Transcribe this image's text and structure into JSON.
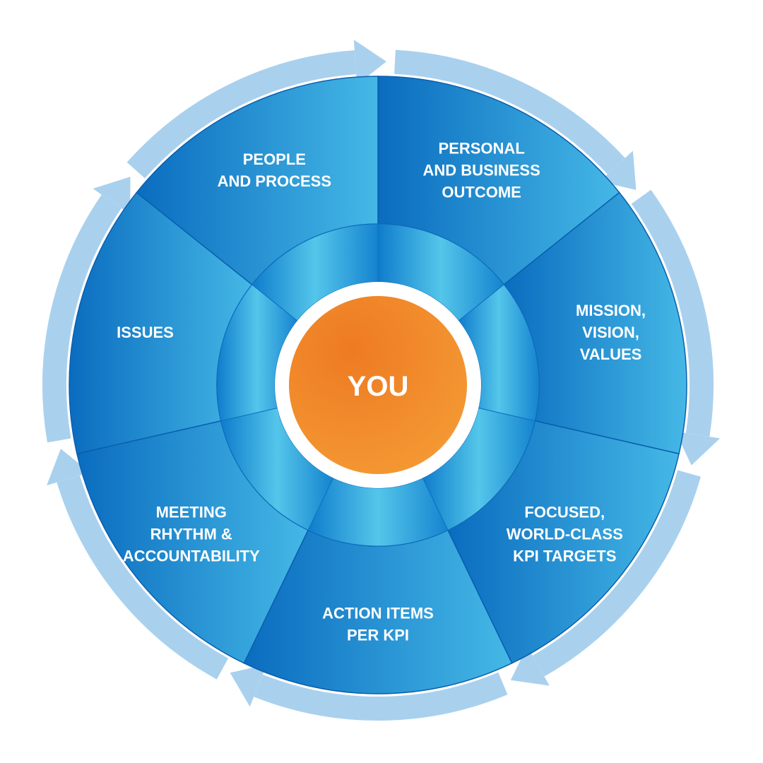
{
  "center": {
    "label": "YOU"
  },
  "segments": [
    {
      "lines": [
        "PERSONAL",
        "AND BUSINESS",
        "OUTCOME"
      ]
    },
    {
      "lines": [
        "MISSION,",
        "VISION,",
        "VALUES"
      ]
    },
    {
      "lines": [
        "FOCUSED,",
        "WORLD-CLASS",
        "KPI TARGETS"
      ]
    },
    {
      "lines": [
        "ACTION ITEMS",
        "PER KPI"
      ]
    },
    {
      "lines": [
        "MEETING",
        "RHYTHM &",
        "ACCOUNTABILITY"
      ]
    },
    {
      "lines": [
        "ISSUES"
      ]
    },
    {
      "lines": [
        "PEOPLE",
        "AND PROCESS"
      ]
    }
  ],
  "colors": {
    "segment_dark": "#0a6cbf",
    "segment_light": "#45b8e6",
    "inner_ring": "#2aa3dc",
    "arrow": "#a9d1ee",
    "center": "#f08a24",
    "center_border": "#ffffff"
  }
}
